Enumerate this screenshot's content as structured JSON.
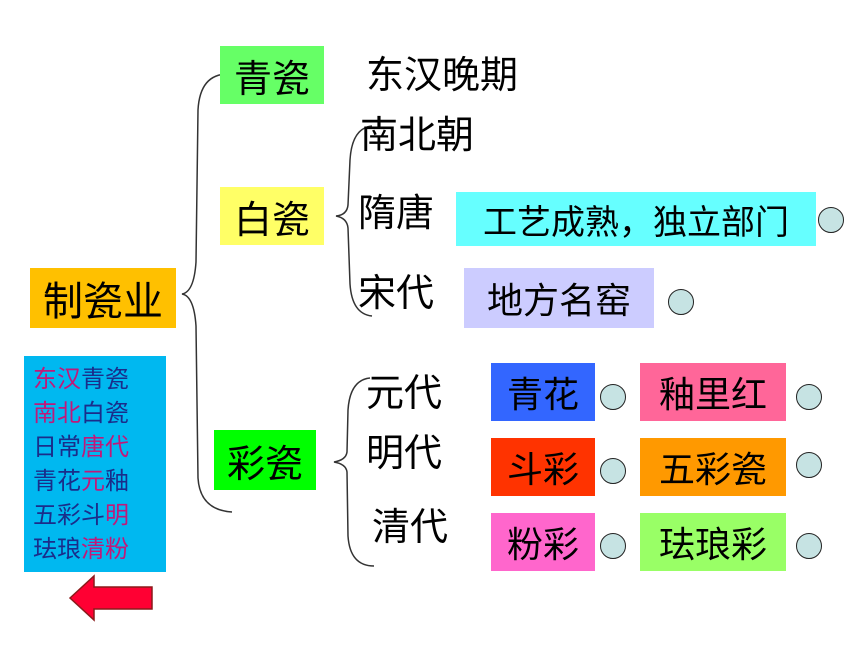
{
  "root": {
    "label": "制瓷业",
    "color": "#ffc000"
  },
  "branches": {
    "qing": {
      "label": "青瓷",
      "color": "#66ff66",
      "note": "东汉晚期"
    },
    "bai": {
      "label": "白瓷",
      "color": "#ffff66",
      "periods": [
        {
          "label": "南北朝"
        },
        {
          "label": "隋唐",
          "detail": "工艺成熟，独立部门",
          "color": "#66ffff"
        },
        {
          "label": "宋代",
          "detail": "地方名窑",
          "color": "#ccccff"
        }
      ]
    },
    "cai": {
      "label": "彩瓷",
      "color": "#00ff00",
      "periods": [
        {
          "label": "元代",
          "items": [
            {
              "label": "青花",
              "color": "#3366ff"
            },
            {
              "label": "釉里红",
              "color": "#ff6699"
            }
          ]
        },
        {
          "label": "明代",
          "items": [
            {
              "label": "斗彩",
              "color": "#ff3300"
            },
            {
              "label": "五彩瓷",
              "color": "#ff9900"
            }
          ]
        },
        {
          "label": "清代",
          "items": [
            {
              "label": "粉彩",
              "color": "#ff66cc"
            },
            {
              "label": "珐琅彩",
              "color": "#99ff66"
            }
          ]
        }
      ]
    }
  },
  "mnemonic": {
    "background": "#00b8f0",
    "lines": [
      [
        {
          "t": "东汉",
          "c": "a"
        },
        {
          "t": "青瓷",
          "c": "b"
        }
      ],
      [
        {
          "t": "南北",
          "c": "a"
        },
        {
          "t": "白瓷",
          "c": "b"
        }
      ],
      [
        {
          "t": "日常",
          "c": "b"
        },
        {
          "t": "唐代",
          "c": "a"
        }
      ],
      [
        {
          "t": "青花",
          "c": "b"
        },
        {
          "t": "元",
          "c": "a"
        },
        {
          "t": "釉",
          "c": "b"
        }
      ],
      [
        {
          "t": "五彩斗",
          "c": "b"
        },
        {
          "t": "明",
          "c": "a"
        }
      ],
      [
        {
          "t": "珐琅",
          "c": "b"
        },
        {
          "t": "清粉",
          "c": "a"
        }
      ]
    ]
  },
  "icons": {
    "back": "left-arrow-icon",
    "back_color": "#ff0033"
  }
}
